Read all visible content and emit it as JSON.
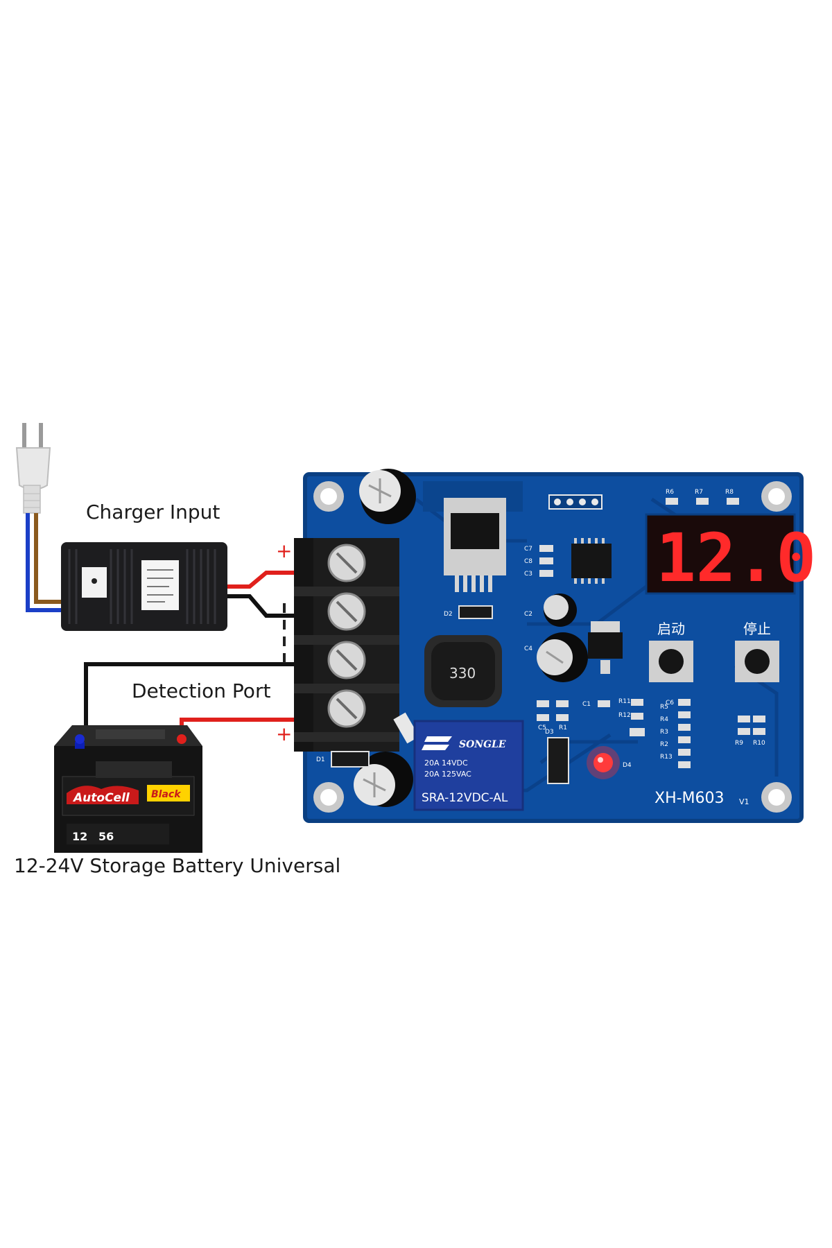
{
  "labels": {
    "charger_input": "Charger Input",
    "detection_port": "Detection Port",
    "battery_caption": "12-24V Storage Battery Universal"
  },
  "board": {
    "model": "XH-M603",
    "version": "V1",
    "display_value": "12.0",
    "button_start": "启动",
    "button_stop": "停止",
    "inductor_code": "330",
    "relay_brand": "SONGLE",
    "relay_line1": "20A 14VDC",
    "relay_line2": "20A 125VAC",
    "relay_model": "SRA-12VDC-AL",
    "plus_sign": "+",
    "component_labels": [
      "C7",
      "C8",
      "C3",
      "C2",
      "C4",
      "D2",
      "D1",
      "D3",
      "D4",
      "C1",
      "C5",
      "R1",
      "R6",
      "R7",
      "R8",
      "R9",
      "R10",
      "R11",
      "R12",
      "R13",
      "R2",
      "R3",
      "R4",
      "R5",
      "C6"
    ]
  },
  "battery": {
    "brand": "AutoCell",
    "badge": "Black",
    "voltage": "12",
    "capacity": "56"
  },
  "colors": {
    "board": "#0d4ea0",
    "board_edge": "#0a3f82",
    "wire_red": "#e0201c",
    "wire_black": "#111111",
    "led_red": "#ff2a2a",
    "display_bg": "#1a0a0a",
    "terminal": "#1c1c1c"
  }
}
